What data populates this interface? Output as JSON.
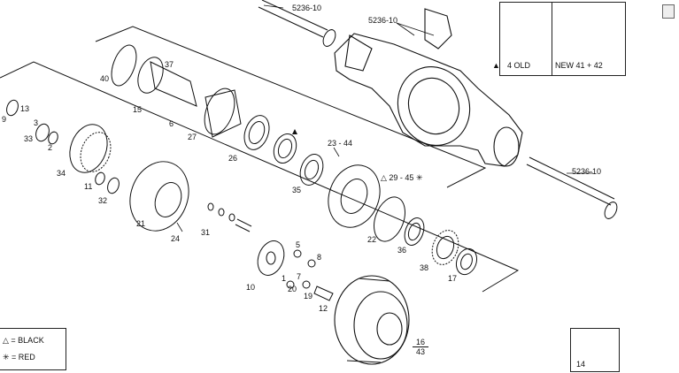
{
  "legend": {
    "black": "△ = BLACK",
    "red": "✳ = RED"
  },
  "inset": {
    "old_label": "4  OLD",
    "new_label": "NEW 41 + 42",
    "marker": "▲"
  },
  "grease_label": "14",
  "ref_labels": {
    "shaft_top": "5236-10",
    "housing": "5236-10",
    "shaft_right": "5236-10",
    "hub_marker": "△ 29 - 45 ✳",
    "drum_top": "16",
    "drum_bottom": "43"
  },
  "parts": {
    "p40": "40",
    "p37": "37",
    "p15": "15",
    "p6": "6",
    "p27": "27",
    "p26": "26",
    "p23_44": "23 - 44",
    "p35": "35",
    "p22": "22",
    "p36": "36",
    "p38": "38",
    "p17": "17",
    "p13": "13",
    "p9": "9",
    "p3": "3",
    "p33": "33",
    "p2": "2",
    "p34": "34",
    "p11": "11",
    "p32": "32",
    "p21": "21",
    "p24": "24",
    "p31": "31",
    "p5": "5",
    "p8": "8",
    "p10": "10",
    "p1": "1",
    "p20": "20",
    "p19": "19",
    "p12": "12",
    "p7": "7"
  }
}
